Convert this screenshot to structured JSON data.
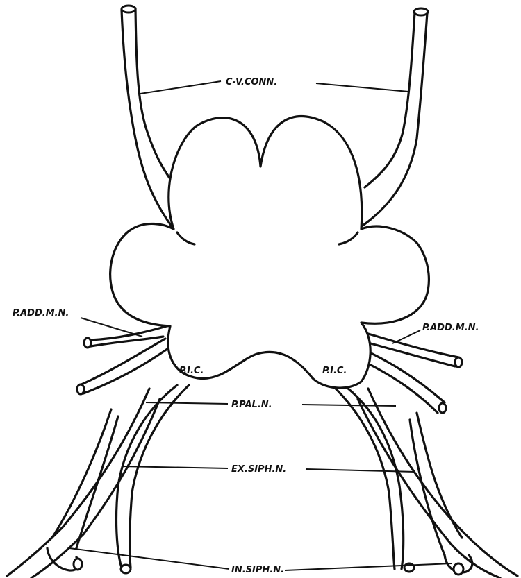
{
  "labels": {
    "cv_conn": "C-V.CONN.",
    "p_add_m_n_left": "P.ADD.M.N.",
    "p_add_m_n_right": "P.ADD.M.N.",
    "p_i_c_left": "P.I.C.",
    "p_i_c_right": "P.I.C.",
    "p_pal_n": "P.PAL.N.",
    "ex_siph_n": "EX.SIPH.N.",
    "in_siph_n": "IN.SIPH.N."
  }
}
